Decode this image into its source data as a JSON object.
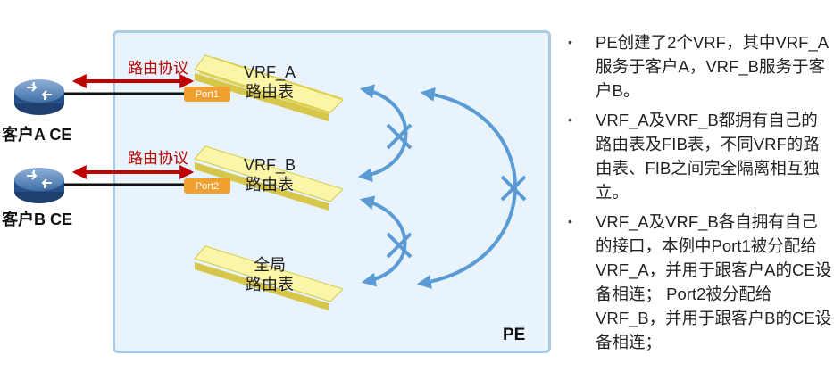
{
  "customers": [
    {
      "label": "客户A CE",
      "icon": "router-icon"
    },
    {
      "label": "客户B CE",
      "icon": "router-icon"
    }
  ],
  "protocol_labels": [
    "路由协议",
    "路由协议"
  ],
  "tables": [
    {
      "line1": "VRF_A",
      "line2": "路由表",
      "port": "Port1"
    },
    {
      "line1": "VRF_B",
      "line2": "路由表",
      "port": "Port2"
    },
    {
      "line1": "全局",
      "line2": "路由表"
    }
  ],
  "pe_label": "PE",
  "isolation_marker": "cross-icon",
  "colors": {
    "pe_fill": "#e8f3fb",
    "pe_border": "#a9cbe6",
    "table_fill": "#fbf5a8",
    "port_fill": "#f0a030",
    "arrow_red": "#c00000",
    "curve_blue": "#5b9bd5"
  },
  "bullets": [
    "PE创建了2个VRF，其中VRF_A服务于客户A，VRF_B服务于客户B。",
    "VRF_A及VRF_B都拥有自己的路由表及FIB表，不同VRF的路由表、FIB之间完全隔离相互独立。",
    "VRF_A及VRF_B各自拥有自己的接口，本例中Port1被分配给VRF_A，并用于跟客户A的CE设备相连； Port2被分配给VRF_B，并用于跟客户B的CE设备相连；"
  ]
}
